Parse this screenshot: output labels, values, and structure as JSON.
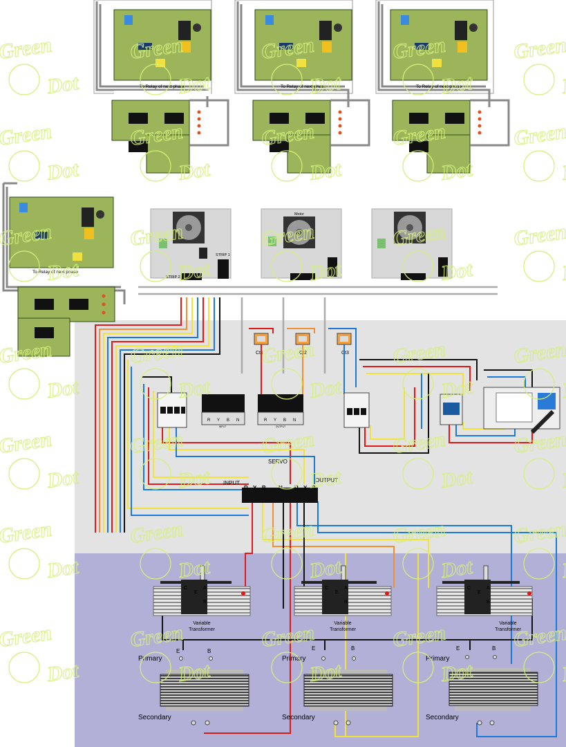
{
  "relay_caption": "To Relay of next phase",
  "strip1": "STRIP 1",
  "strip2": "STRIP 2",
  "motor": "Motor",
  "ct1": "Ct1",
  "ct2": "Ct2",
  "ct3": "Ct3",
  "servo": "SERVO",
  "input": "INPUT",
  "output": "OUTPUT",
  "tb_ryb": [
    "R",
    "Y",
    "B"
  ],
  "tb_n": "N",
  "tb_input_small": "INPUT",
  "tb_output_small": "OUTPUT",
  "vt_label_1": "Variable",
  "vt_label_2": "Transformer",
  "vt_cea": [
    "C",
    "E",
    "A"
  ],
  "vt_b": "B",
  "primary": "Primary",
  "secondary": "Secondary",
  "prim_e": "E",
  "prim_b": "B",
  "watermark_1": "Green",
  "watermark_2": "Dot",
  "colors": {
    "panel_gray": "#e3e3e3",
    "panel_purple": "#b3b0d8",
    "pcb_green": "#9cb45a",
    "wire_red": "#e01818",
    "wire_yellow": "#f2e23a",
    "wire_blue": "#1a78d8",
    "wire_black": "#111111",
    "wire_orange": "#f09030",
    "watermark": "#d4f07a"
  }
}
